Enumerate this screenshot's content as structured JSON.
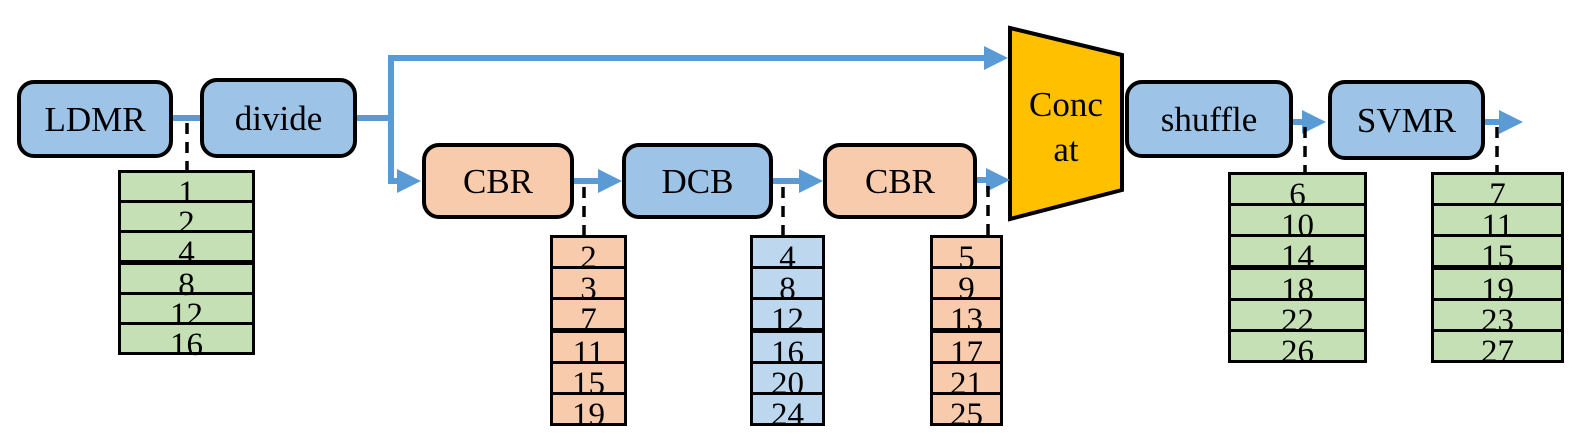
{
  "blocks": {
    "ldmr": {
      "label": "LDMR"
    },
    "divide": {
      "label": "divide"
    },
    "cbr1": {
      "label": "CBR"
    },
    "dcb": {
      "label": "DCB"
    },
    "cbr2": {
      "label": "CBR"
    },
    "concat": {
      "line1": "Conc",
      "line2": "at"
    },
    "shuffle": {
      "label": "shuffle"
    },
    "svmr": {
      "label": "SVMR"
    }
  },
  "tables": {
    "ldmr": {
      "values": [
        "1",
        "2",
        "4",
        "8",
        "12",
        "16"
      ]
    },
    "cbr1": {
      "values": [
        "2",
        "3",
        "7",
        "11",
        "15",
        "19"
      ]
    },
    "dcb": {
      "values": [
        "4",
        "8",
        "12",
        "16",
        "20",
        "24"
      ]
    },
    "cbr2": {
      "values": [
        "5",
        "9",
        "13",
        "17",
        "21",
        "25"
      ]
    },
    "shuffle": {
      "values": [
        "6",
        "10",
        "14",
        "18",
        "22",
        "26"
      ]
    },
    "svmr": {
      "values": [
        "7",
        "11",
        "15",
        "19",
        "23",
        "27"
      ]
    }
  },
  "colors": {
    "block_blue": "#9DC3E6",
    "block_orange": "#F8CBAD",
    "concat_yellow": "#FFC000",
    "cell_green": "#C5E0B4",
    "cell_blue": "#BDD7EE",
    "cell_orange": "#F8CBAD",
    "arrow_blue": "#5B9BD5",
    "border": "#000000"
  }
}
